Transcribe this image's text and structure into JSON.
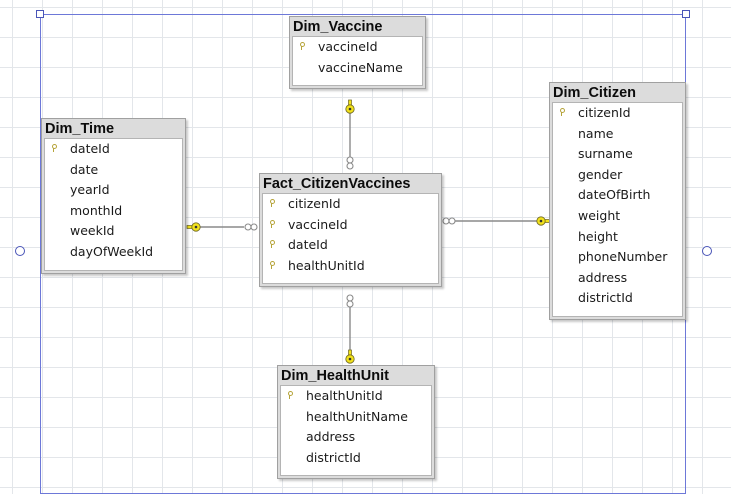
{
  "diagram": {
    "tables": [
      {
        "id": "dim_vaccine",
        "title": "Dim_Vaccine",
        "columns": [
          {
            "name": "vaccineId",
            "key": true
          },
          {
            "name": "vaccineName",
            "key": false
          }
        ]
      },
      {
        "id": "dim_time",
        "title": "Dim_Time",
        "columns": [
          {
            "name": "dateId",
            "key": true
          },
          {
            "name": "date",
            "key": false
          },
          {
            "name": "yearId",
            "key": false
          },
          {
            "name": "monthId",
            "key": false
          },
          {
            "name": "weekId",
            "key": false
          },
          {
            "name": "dayOfWeekId",
            "key": false
          }
        ]
      },
      {
        "id": "fact_citizenvaccines",
        "title": "Fact_CitizenVaccines",
        "columns": [
          {
            "name": "citizenId",
            "key": true
          },
          {
            "name": "vaccineId",
            "key": true
          },
          {
            "name": "dateId",
            "key": true
          },
          {
            "name": "healthUnitId",
            "key": true
          }
        ]
      },
      {
        "id": "dim_citizen",
        "title": "Dim_Citizen",
        "columns": [
          {
            "name": "citizenId",
            "key": true
          },
          {
            "name": "name",
            "key": false
          },
          {
            "name": "surname",
            "key": false
          },
          {
            "name": "gender",
            "key": false
          },
          {
            "name": "dateOfBirth",
            "key": false
          },
          {
            "name": "weight",
            "key": false
          },
          {
            "name": "height",
            "key": false
          },
          {
            "name": "phoneNumber",
            "key": false
          },
          {
            "name": "address",
            "key": false
          },
          {
            "name": "districtId",
            "key": false
          }
        ]
      },
      {
        "id": "dim_healthunit",
        "title": "Dim_HealthUnit",
        "columns": [
          {
            "name": "healthUnitId",
            "key": true
          },
          {
            "name": "healthUnitName",
            "key": false
          },
          {
            "name": "address",
            "key": false
          },
          {
            "name": "districtId",
            "key": false
          }
        ]
      }
    ],
    "relationships": [
      {
        "from": "fact_citizenvaccines",
        "to": "dim_vaccine"
      },
      {
        "from": "fact_citizenvaccines",
        "to": "dim_time"
      },
      {
        "from": "fact_citizenvaccines",
        "to": "dim_citizen"
      },
      {
        "from": "fact_citizenvaccines",
        "to": "dim_healthunit"
      }
    ],
    "colors": {
      "key_marker": "#f2e21c",
      "line": "#8a8a8a",
      "selection": "#6d78d8",
      "title_bar": "#dcdcdc"
    }
  }
}
